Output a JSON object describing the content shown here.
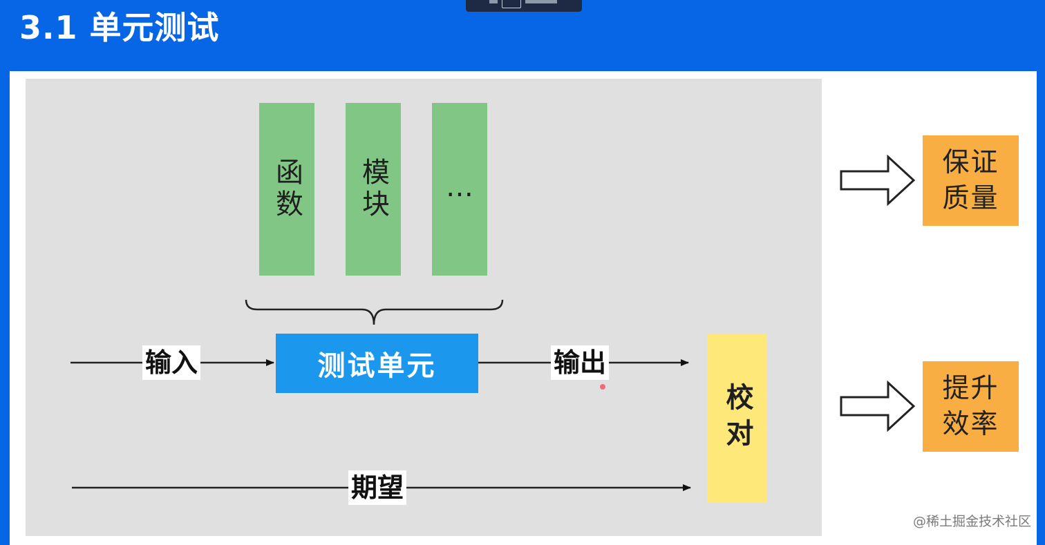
{
  "slide": {
    "title": "3.1 单元测试"
  },
  "diagram": {
    "units": [
      "函数",
      "模块",
      "…"
    ],
    "test_unit": "测试单元",
    "input_label": "输入",
    "output_label": "输出",
    "expected_label": "期望",
    "check_label": "校对",
    "results": [
      {
        "line1": "保证",
        "line2": "质量"
      },
      {
        "line1": "提升",
        "line2": "效率"
      }
    ]
  },
  "watermark": "@稀土掘金技术社区",
  "colors": {
    "header_blue": "#0766e6",
    "unit_green": "#82c685",
    "test_unit_blue": "#1c97ee",
    "check_yellow": "#fde879",
    "result_orange": "#f9ae43",
    "panel_gray": "#e0e0e0"
  }
}
